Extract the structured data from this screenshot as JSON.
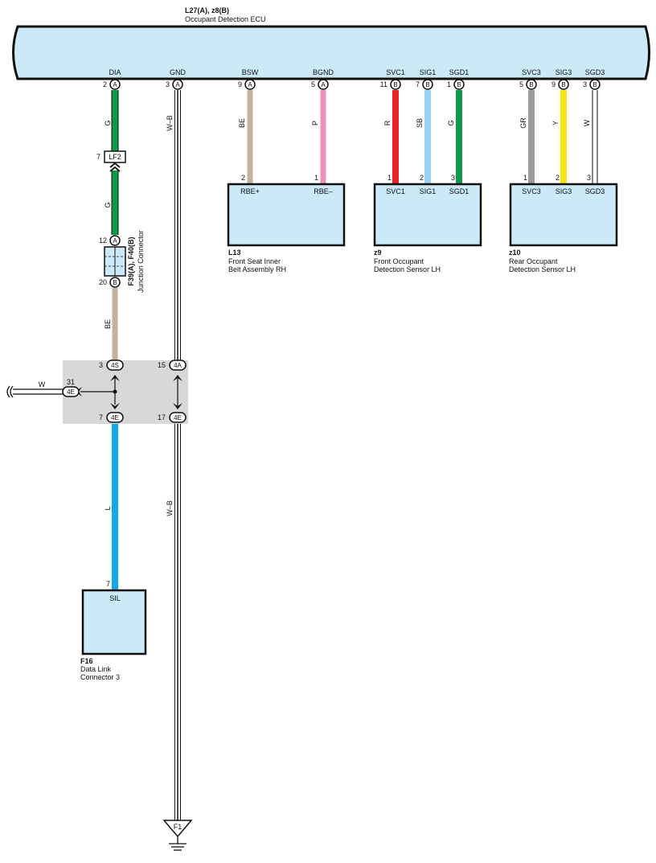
{
  "ecu": {
    "id": "L27(A), z8(B)",
    "name": "Occupant Detection ECU",
    "pins": [
      {
        "label": "DIA",
        "num": "2",
        "conn": "A"
      },
      {
        "label": "GND",
        "num": "3",
        "conn": "A"
      },
      {
        "label": "BSW",
        "num": "9",
        "conn": "A"
      },
      {
        "label": "BGND",
        "num": "5",
        "conn": "A"
      },
      {
        "label": "SVC1",
        "num": "11",
        "conn": "B"
      },
      {
        "label": "SIG1",
        "num": "7",
        "conn": "B"
      },
      {
        "label": "SGD1",
        "num": "1",
        "conn": "B"
      },
      {
        "label": "SVC3",
        "num": "5",
        "conn": "B"
      },
      {
        "label": "SIG3",
        "num": "9",
        "conn": "B"
      },
      {
        "label": "SGD3",
        "num": "3",
        "conn": "B"
      }
    ]
  },
  "colors": {
    "ecu_fill": "#cbe9f7",
    "G": "#0d9b4a",
    "BE": "#c4b39c",
    "P": "#ef8fbd",
    "R": "#e8222b",
    "SB": "#97d3f1",
    "GR": "#9b9b9b",
    "Y": "#f7e214",
    "W": "#ffffff",
    "W-B": "#ffffff",
    "L": "#12a9e8",
    "junction_box": "#d8d8d8"
  },
  "wires": {
    "dia_top": "G",
    "dia_mid": "G",
    "dia_bottom": "BE",
    "gnd_top": "W–B",
    "gnd_bottom": "W–B",
    "bsw": "BE",
    "bgnd": "P",
    "svc1": "R",
    "sig1": "SB",
    "sgd1": "G",
    "svc3": "GR",
    "sig3": "Y",
    "sgd3": "W",
    "sil": "L",
    "branch_w": "W"
  },
  "connector_lf2": {
    "pin": "7",
    "label": "LF2"
  },
  "junction_connector": {
    "id": "F39(A), F40(B)",
    "name": "Junction Connector",
    "pin_a": {
      "num": "12",
      "conn": "A"
    },
    "pin_b": {
      "num": "20",
      "conn": "B"
    }
  },
  "junction_box": {
    "pins": [
      {
        "num": "3",
        "label": "4S"
      },
      {
        "num": "15",
        "label": "4A"
      },
      {
        "num": "31",
        "label": "4E"
      },
      {
        "num": "7",
        "label": "4E"
      },
      {
        "num": "17",
        "label": "4E"
      }
    ]
  },
  "components": {
    "l13": {
      "id": "L13",
      "name_line1": "Front Seat Inner",
      "name_line2": "Belt Assembly RH",
      "pins": [
        {
          "num": "2",
          "label": "RBE+"
        },
        {
          "num": "1",
          "label": "RBE–"
        }
      ]
    },
    "z9": {
      "id": "z9",
      "name_line1": "Front Occupant",
      "name_line2": "Detection Sensor LH",
      "pins": [
        {
          "num": "1",
          "label": "SVC1"
        },
        {
          "num": "2",
          "label": "SIG1"
        },
        {
          "num": "3",
          "label": "SGD1"
        }
      ]
    },
    "z10": {
      "id": "z10",
      "name_line1": "Rear Occupant",
      "name_line2": "Detection Sensor LH",
      "pins": [
        {
          "num": "1",
          "label": "SVC3"
        },
        {
          "num": "2",
          "label": "SIG3"
        },
        {
          "num": "3",
          "label": "SGD3"
        }
      ]
    },
    "f16": {
      "id": "F16",
      "name_line1": "Data Link",
      "name_line2": "Connector 3",
      "pin": {
        "num": "7",
        "label": "SIL"
      }
    }
  },
  "ground": {
    "label": "F1"
  }
}
